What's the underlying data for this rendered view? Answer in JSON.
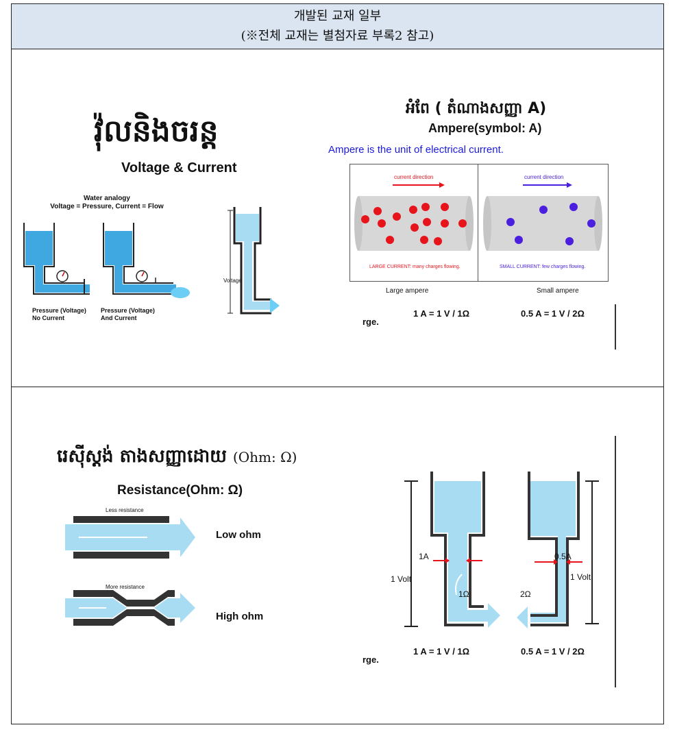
{
  "header": {
    "line1": "개발된 교재 일부",
    "line2": "(※전체 교재는 별첨자료 부록2 참고)"
  },
  "section1": {
    "khmer_title": "វ៉ុលនិងចរន្ត",
    "en_title": "Voltage & Current",
    "analogy_title": "Water analogy",
    "analogy_sub": "Voltage = Pressure,  Current = Flow",
    "tank1_label_a": "Pressure (Voltage)",
    "tank1_label_b": "No Current",
    "tank2_label_a": "Pressure (Voltage)",
    "tank2_label_b": "And  Current",
    "voltage_label": "Voltage",
    "ampere_khmer": "អំពែ ( តំណាងសញ្ញា A)",
    "ampere_title": "Ampere(symbol: A)",
    "ampere_desc": "Ampere is the unit of electrical current.",
    "dir_left": "current direction",
    "dir_right": "current direction",
    "large_caption": "LARGE CURRENT: many charges flowing.",
    "small_caption": "SMALL CURRENT: few charges flowing.",
    "large_label": "Large ampere",
    "small_label": "Small ampere",
    "rge": "rge.",
    "eq1": "1 A = 1 V / 1Ω",
    "eq2": "0.5 A = 1 V / 2Ω"
  },
  "section2": {
    "khmer_title": "រេស៊ីស្តង់ តាងសញ្ញាដោយ",
    "khmer_suffix": "(Ohm: Ω)",
    "en_title": "Resistance(Ohm: Ω)",
    "less_label": "Less resistance",
    "more_label": "More resistance",
    "low_ohm": "Low ohm",
    "high_ohm": "High ohm",
    "volt_left": "1 Volt",
    "volt_right": "1 Volt",
    "amp_left": "1A",
    "amp_right": "0.5A",
    "ohm_left": "1Ω",
    "ohm_right": "2Ω",
    "rge": "rge.",
    "eq1": "1 A = 1 V / 1Ω",
    "eq2": "0.5 A = 1 V / 2Ω"
  },
  "colors": {
    "header_bg": "#dbe5f1",
    "water": "#3fa8e0",
    "red_charge": "#e8141c",
    "blue_charge": "#4a1fe0"
  }
}
